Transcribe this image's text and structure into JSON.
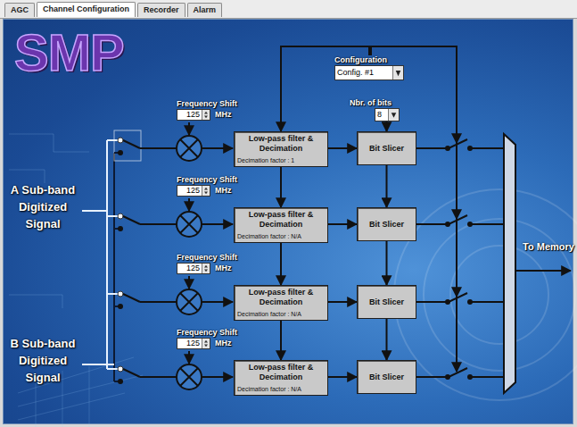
{
  "diagram": {
    "nodes": [
      {
        "text": [
          "Configuration",
          "Config. #1"
        ]
      },
      {
        "text": [
          "Nbr. of bits",
          "8"
        ]
      },
      {
        "text": [
          "Frequency Shift",
          "125"
        ]
      },
      {
        "text": [
          "Low-pass filter & Decimation",
          "Decimation factor : 1"
        ]
      },
      {
        "text": [
          "Bit Slicer"
        ]
      },
      {
        "text": [
          "Frequency Shift",
          "125"
        ]
      },
      {
        "text": [
          "Low-pass filter & Decimation",
          "Decimation factor : N/A"
        ]
      },
      {
        "text": [
          "Bit Slicer"
        ]
      },
      {
        "text": [
          "Frequency Shift",
          "125"
        ]
      },
      {
        "text": [
          "Low-pass filter & Decimation",
          "Decimation factor : N/A"
        ]
      },
      {
        "text": [
          "Bit Slicer"
        ]
      },
      {
        "text": [
          "Frequency Shift",
          "125"
        ]
      },
      {
        "text": [
          "Low-pass filter & Decimation",
          "Decimation factor : N/A"
        ]
      },
      {
        "text": [
          "Bit Slicer"
        ]
      }
    ],
    "edges": [
      {
        "from": 0,
        "to": 3,
        "arrow": "to"
      },
      {
        "from": 1,
        "to": 4,
        "arrow": "to"
      },
      {
        "from": 3,
        "to": 4,
        "arrow": "to"
      },
      {
        "from": 3,
        "to": 6,
        "arrow": "to"
      },
      {
        "from": 4,
        "to": 7,
        "arrow": "to"
      },
      {
        "from": 6,
        "to": 7,
        "arrow": "to"
      },
      {
        "from": 6,
        "to": 9,
        "arrow": "to"
      },
      {
        "from": 7,
        "to": 10,
        "arrow": "to"
      },
      {
        "from": 9,
        "to": 10,
        "arrow": "to"
      },
      {
        "from": 9,
        "to": 12,
        "arrow": "to"
      },
      {
        "from": 10,
        "to": 13,
        "arrow": "to"
      },
      {
        "from": 12,
        "to": 13,
        "arrow": "to"
      }
    ],
    "labels": [
      "AGC",
      "Channel Configuration",
      "Recorder",
      "Alarm",
      "SMP",
      "MHz",
      "MHz",
      "MHz",
      "MHz",
      "A Sub-band Digitized Signal",
      "B Sub-band Digitized Signal",
      "To Memory"
    ]
  }
}
